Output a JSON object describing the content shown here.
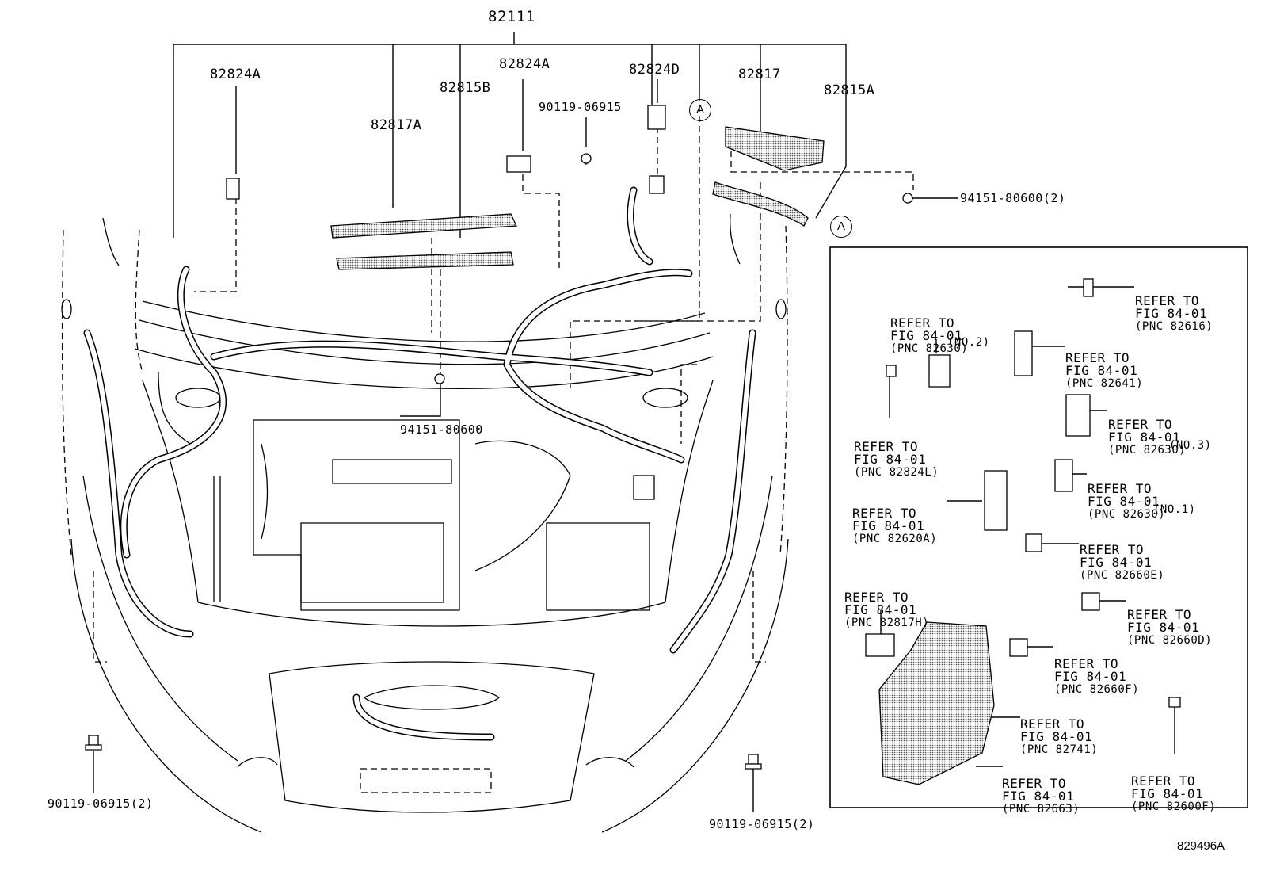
{
  "labels": {
    "main_harness": "82111",
    "p82824A_left": "82824A",
    "p82817A": "82817A",
    "p82815B": "82815B",
    "p82824A_center": "82824A",
    "bolt_top": "90119-06915",
    "p82824D": "82824D",
    "p82817": "82817",
    "p82815A": "82815A",
    "clip_right": "94151-80600(2)",
    "clip_center": "94151-80600",
    "bolt_left": "90119-06915(2)",
    "bolt_right": "90119-06915(2)",
    "circle_a_top": "A",
    "circle_a_right": "A",
    "illustration_code": "829496A"
  },
  "refer_items": [
    {
      "line1": "REFER TO",
      "line2": "FIG 84-01",
      "pnc": "(PNC 82616)",
      "note": ""
    },
    {
      "line1": "REFER TO",
      "line2": "FIG 84-01",
      "pnc": "(PNC 82630)",
      "note": "(NO.2)"
    },
    {
      "line1": "REFER TO",
      "line2": "FIG 84-01",
      "pnc": "(PNC 82641)",
      "note": ""
    },
    {
      "line1": "REFER TO",
      "line2": "FIG 84-01",
      "pnc": "(PNC 82824L)",
      "note": ""
    },
    {
      "line1": "REFER TO",
      "line2": "FIG 84-01",
      "pnc": "(PNC 82630)",
      "note": "(NO.3)"
    },
    {
      "line1": "REFER TO",
      "line2": "FIG 84-01",
      "pnc": "(PNC 82620A)",
      "note": ""
    },
    {
      "line1": "REFER TO",
      "line2": "FIG 84-01",
      "pnc": "(PNC 82630)",
      "note": "(NO.1)"
    },
    {
      "line1": "REFER TO",
      "line2": "FIG 84-01",
      "pnc": "(PNC 82660E)",
      "note": ""
    },
    {
      "line1": "REFER TO",
      "line2": "FIG 84-01",
      "pnc": "(PNC 82817H)",
      "note": ""
    },
    {
      "line1": "REFER TO",
      "line2": "FIG 84-01",
      "pnc": "(PNC 82660D)",
      "note": ""
    },
    {
      "line1": "REFER TO",
      "line2": "FIG 84-01",
      "pnc": "(PNC 82660F)",
      "note": ""
    },
    {
      "line1": "REFER TO",
      "line2": "FIG 84-01",
      "pnc": "(PNC 82741)",
      "note": ""
    },
    {
      "line1": "REFER TO",
      "line2": "FIG 84-01",
      "pnc": "(PNC 82663)",
      "note": ""
    },
    {
      "line1": "REFER TO",
      "line2": "FIG 84-01",
      "pnc": "(PNC 82600F)",
      "note": ""
    }
  ]
}
